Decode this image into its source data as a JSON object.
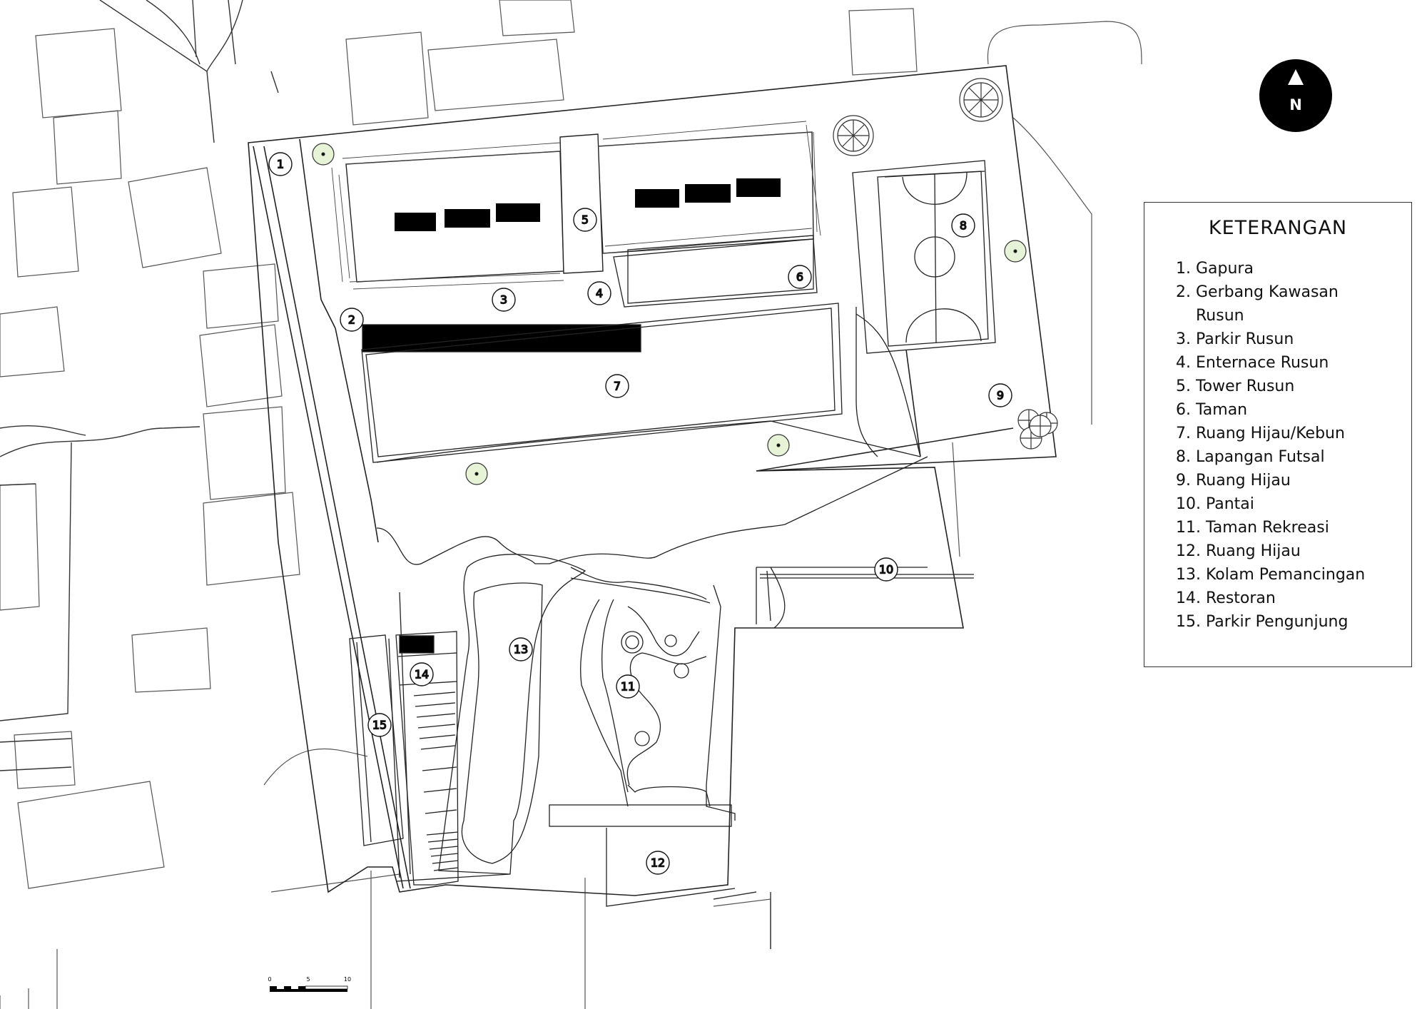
{
  "legend": {
    "title": "KETERANGAN",
    "items": [
      "1. Gapura",
      "2. Gerbang Kawasan",
      "Rusun",
      "3. Parkir Rusun",
      "4. Enternace Rusun",
      "5. Tower Rusun",
      "6. Taman",
      "7. Ruang Hijau/Kebun",
      "8. Lapangan Futsal",
      "9. Ruang Hijau",
      "10. Pantai",
      "11. Taman Rekreasi",
      "12. Ruang Hijau",
      "13. Kolam Pemancingan",
      "14. Restoran",
      "15. Parkir Pengunjung"
    ]
  },
  "north_arrow": {
    "label": "N",
    "icon": "north-arrow-icon"
  },
  "scale_bar": {
    "ticks": [
      "0",
      "5",
      "10"
    ]
  },
  "zone_labels": [
    "1",
    "2",
    "3",
    "4",
    "5",
    "6",
    "7",
    "8",
    "9",
    "10",
    "11",
    "12",
    "13",
    "14",
    "15"
  ],
  "colors": {
    "line": "#222222",
    "tree_fill": "#e6f3d6",
    "solid": "#000000"
  }
}
